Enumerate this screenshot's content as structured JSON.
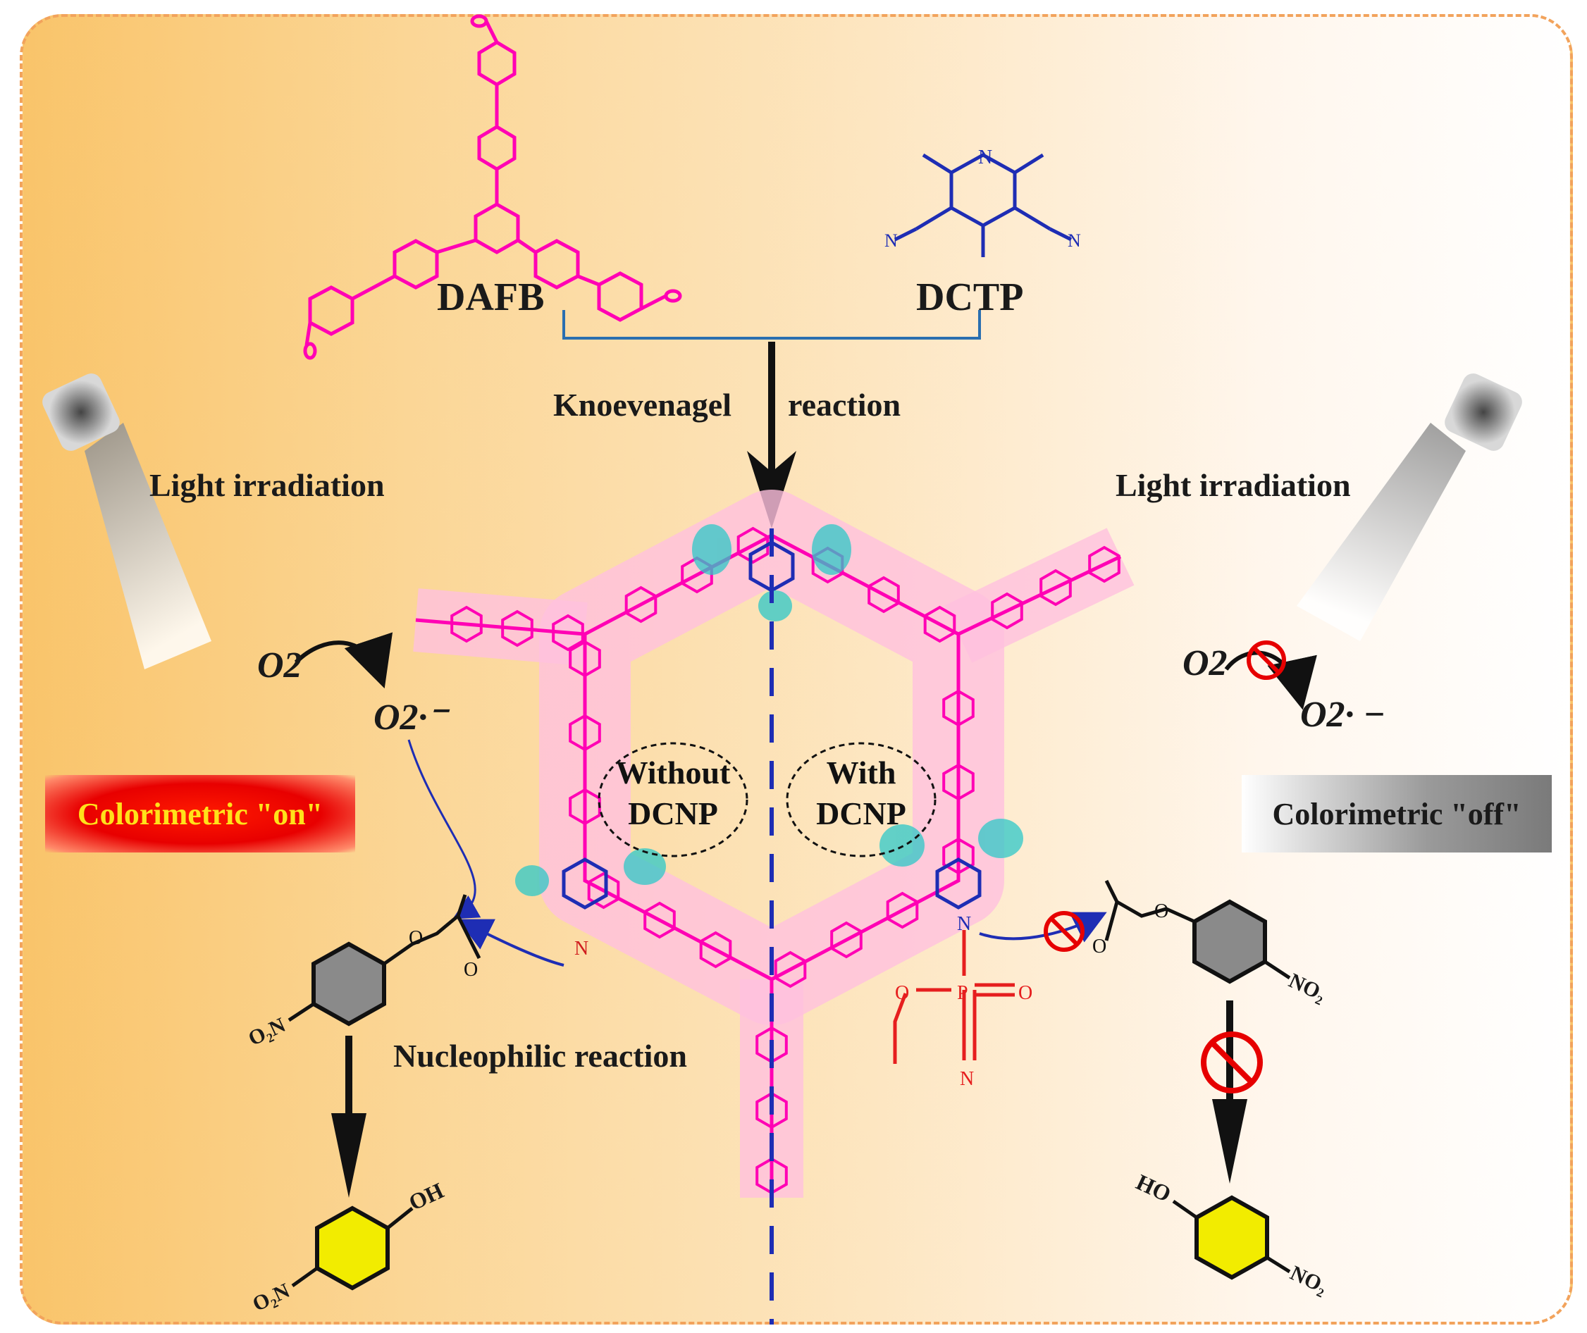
{
  "reactants": {
    "dafb": "DAFB",
    "dctp": "DCTP"
  },
  "reaction": {
    "knoevenagel": "Knoevenagel",
    "reaction_word": "reaction",
    "nucleophilic": "Nucleophilic reaction"
  },
  "light": {
    "left": "Light irradiation",
    "right": "Light irradiation"
  },
  "left_panel": {
    "o2": "O2",
    "o2_radical": "O2·⁻",
    "badge": "Colorimetric \"on\"",
    "no2_top": "O₂N",
    "no2_bottom": "O₂N",
    "oh": "OH"
  },
  "right_panel": {
    "o2": "O2",
    "o2_radical": "O2· −",
    "badge": "Colorimetric \"off\"",
    "no2_top": "NO₂",
    "no2_bottom": "NO₂",
    "ho": "HO"
  },
  "center": {
    "without_line1": "Without",
    "without_line2": "DCNP",
    "with_line1": "With",
    "with_line2": "DCNP"
  },
  "colors": {
    "framework_magenta": "#ff00b4",
    "monomer_blue": "#1e2db4",
    "dcnp_red": "#e61e1e",
    "glow_pink": "#ffc0de",
    "cyan_highlight": "#2ec8c8",
    "forbidden_red": "#e60000",
    "product_yellow": "#f2ec00"
  }
}
